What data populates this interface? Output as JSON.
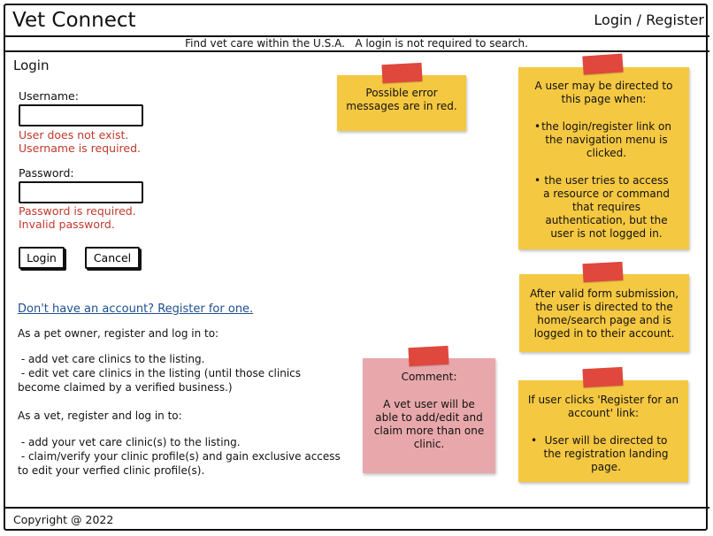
{
  "header": {
    "app_title": "Vet Connect",
    "auth_link": "Login / Register",
    "tagline": "Find vet care within the U.S.A.   A login is not required to search."
  },
  "login_form": {
    "section_title": "Login",
    "username_label": "Username:",
    "username_value": "",
    "username_errors": [
      "User does not exist.",
      "Username is required."
    ],
    "password_label": "Password:",
    "password_value": "",
    "password_errors": [
      "Password is required.",
      "Invalid password."
    ],
    "login_button": "Login",
    "cancel_button": "Cancel",
    "register_link": "Don't have an account? Register for one."
  },
  "info": {
    "pet_owner_intro": "As a pet owner, register and log in to:",
    "pet_owner_item_1": " - add vet care clinics to the listing.",
    "pet_owner_item_2a": " - edit vet care clinics in the listing (until those clinics",
    "pet_owner_item_2b": "become claimed by a verified business.)",
    "vet_intro": "As a vet, register and log in to:",
    "vet_item_1": " - add your vet care clinic(s) to the listing.",
    "vet_item_2a": " - claim/verify your clinic profile(s) and gain exclusive access",
    "vet_item_2b": "to edit your verfied clinic profile(s)."
  },
  "notes": {
    "error_note": "Possible error messages are in red.",
    "direct_note_intro": "A user may be directed to this page when:",
    "direct_note_item_1": "the login/register link on the navigation menu is clicked.",
    "direct_note_item_2": "the user tries to access a resource or command that requires authentication, but the user is not logged in.",
    "submit_note": "After valid form submission, the user is directed to the home/search page and is logged in to their account.",
    "comment_title": "Comment:",
    "comment_body": "A vet user will be able to add/edit and claim more than one clinic.",
    "register_note_intro": "If user clicks 'Register for an account' link:",
    "register_note_item": "User will be directed to the registration landing page."
  },
  "footer": {
    "copyright": "Copyright @ 2022"
  },
  "colors": {
    "error": "#c0392b",
    "link": "#1f4f8f",
    "sticky": "#f5c842",
    "sticky_pink": "#e8a8ab",
    "tape": "#e0473d"
  }
}
